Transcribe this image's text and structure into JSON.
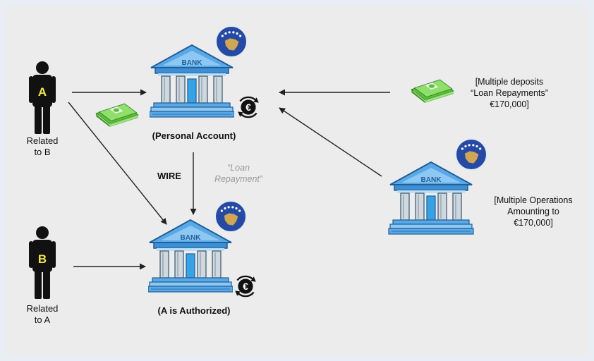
{
  "persons": {
    "a": {
      "letter": "A",
      "label_line1": "Related",
      "label_line2": "to B"
    },
    "b": {
      "letter": "B",
      "label_line1": "Related",
      "label_line2": "to A"
    }
  },
  "banks": {
    "personal": {
      "sign": "BANK",
      "caption": "(Personal Account)"
    },
    "authorized": {
      "sign": "BANK",
      "caption": "(A is Authorized)"
    },
    "source": {
      "sign": "BANK"
    }
  },
  "transfer": {
    "wire_label": "WIRE",
    "quote_line1": "“Loan",
    "quote_line2": "Repayment”"
  },
  "notes": {
    "deposits": {
      "line1": "[Multiple deposits",
      "line2": "“Loan Repayments”",
      "line3": "€170,000]"
    },
    "operations": {
      "line1": "[Multiple Operations",
      "line2": "Amounting to",
      "line3": "€170,000]"
    }
  },
  "currency_symbol": "€",
  "icons": [
    "person-icon",
    "bank-icon",
    "cash-icon",
    "euro-exchange-icon",
    "kosovo-flag-icon"
  ],
  "colors": {
    "bank_blue": "#5aa9e6",
    "bank_dark": "#1f5f99",
    "person": "#111111",
    "person_letter": "#f4e83a",
    "cash": "#5cbf3a",
    "flag_blue": "#244aa5",
    "flag_gold": "#d0a650",
    "arrow": "#222222"
  }
}
